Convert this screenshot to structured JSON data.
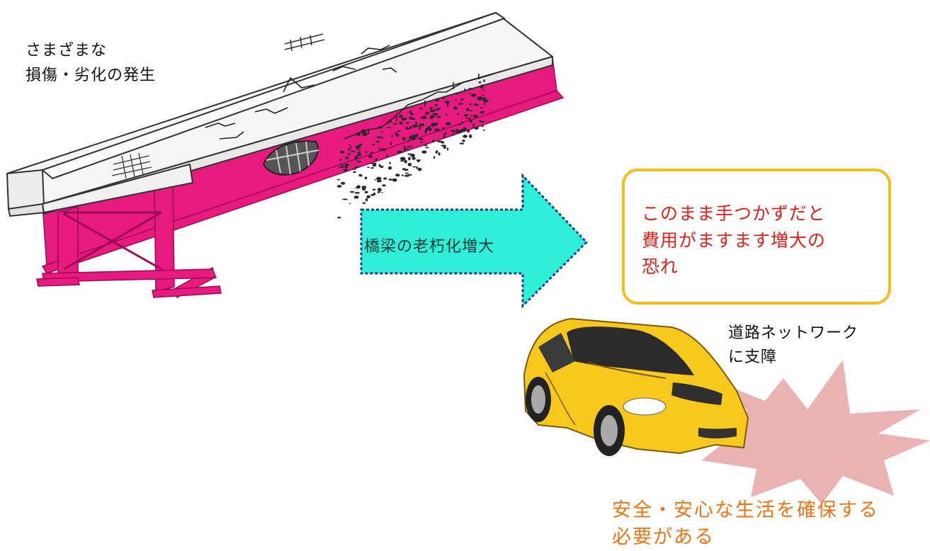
{
  "labels": {
    "damage": "さまざまな\n損傷・劣化の発生",
    "arrow": "橋梁の老朽化増大",
    "warning": "このまま手つかずだと\n費用がますます増大の\n恐れ",
    "network": "道路ネットワーク\nに支障",
    "conclusion": "安全・安心な生活を確保する\n必要がある"
  },
  "colors": {
    "girder": "#e8197f",
    "deck": "#f6f6f6",
    "arrow_fill": "#2ef0d8",
    "arrow_border": "#1f3d8a",
    "box_border": "#f5be1e",
    "warning_text": "#e0201a",
    "car_body": "#f8c81c",
    "burst": "#e9b3b3",
    "conclusion_text": "#ee7414"
  },
  "icons": {
    "bridge": "bridge-girder-illustration",
    "car": "yellow-car-icon",
    "burst": "starburst-impact-icon"
  }
}
